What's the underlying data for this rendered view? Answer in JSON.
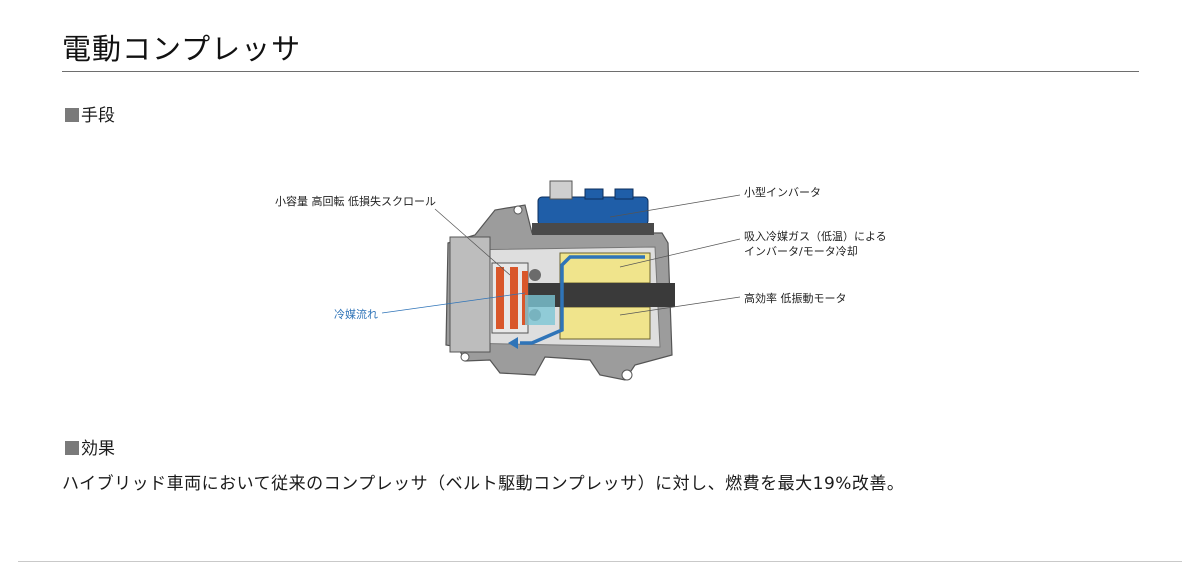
{
  "page": {
    "title": "電動コンプレッサ"
  },
  "sections": {
    "means": {
      "heading": "手段"
    },
    "effect": {
      "heading": "効果",
      "text": "ハイブリッド車両において従来のコンプレッサ（ベルト駆動コンプレッサ）に対し、燃費を最大19%改善。"
    }
  },
  "diagram": {
    "labels": {
      "scroll": "小容量 高回転 低損失スクロール",
      "refrigerant_flow": "冷媒流れ",
      "inverter": "小型インバータ",
      "cooling_line1": "吸入冷媒ガス（低温）による",
      "cooling_line2": "インバータ/モータ冷却",
      "motor": "高効率 低振動モータ"
    },
    "colors": {
      "inverter": "#1f5ea8",
      "motor": "#f0e48c",
      "scroll": "#d9572b",
      "flow": "#2f74b8",
      "housing": "#8a8a8a"
    }
  }
}
